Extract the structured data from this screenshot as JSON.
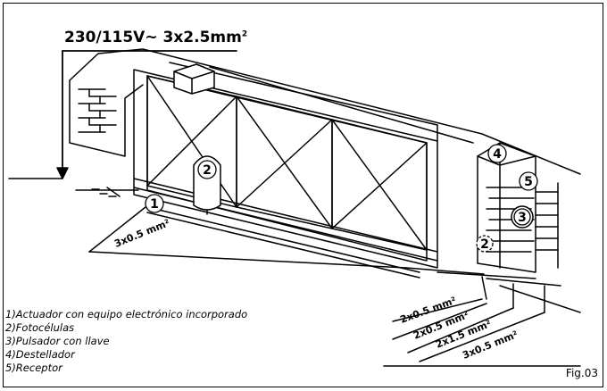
{
  "power_label": "230/115V~ 3x2.5mm",
  "power_sup": "2",
  "callouts": [
    "1",
    "2",
    "3",
    "4",
    "5"
  ],
  "cables": [
    "3x0.5 mm²",
    "2x0.5 mm²",
    "2x0.5 mm²",
    "2x1.5 mm²",
    "3x0.5 mm²"
  ],
  "legend": [
    "1)Actuador con equipo electrónico incorporado",
    "2)Fotocélulas",
    "3)Pulsador con llave",
    "4)Destellador",
    "5)Receptor"
  ],
  "figure_label": "Fig.03"
}
